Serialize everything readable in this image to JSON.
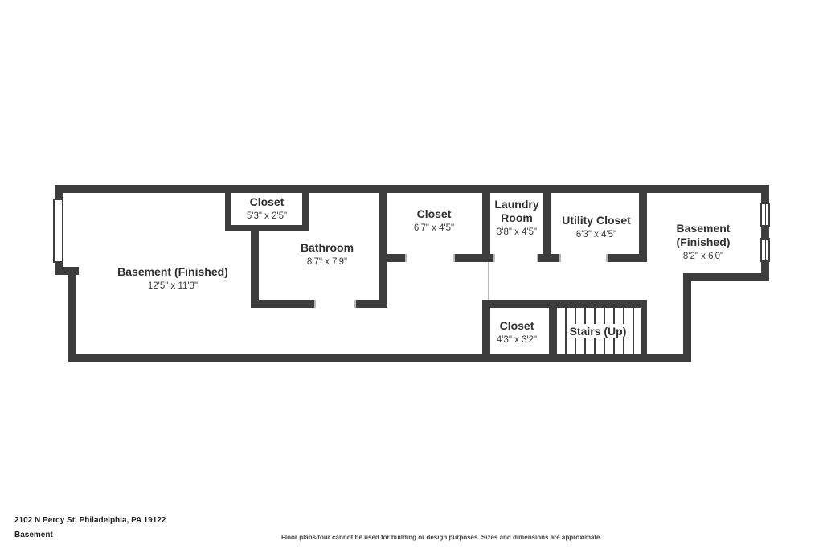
{
  "colors": {
    "wall": "#3d3d3d",
    "text": "#2f2f2f",
    "background": "#ffffff"
  },
  "rooms": [
    {
      "name": "Basement (Finished)",
      "dims": "12'5\" x 11'3\""
    },
    {
      "name": "Closet",
      "dims": "5'3\" x 2'5\""
    },
    {
      "name": "Bathroom",
      "dims": "8'7\" x 7'9\""
    },
    {
      "name": "Closet",
      "dims": "6'7\" x 4'5\""
    },
    {
      "name": "Laundry Room",
      "dims": "3'8\" x 4'5\""
    },
    {
      "name": "Utility Closet",
      "dims": "6'3\" x 4'5\""
    },
    {
      "name": "Basement (Finished)",
      "dims": "8'2\" x 6'0\""
    },
    {
      "name": "Closet",
      "dims": "4'3\" x 3'2\""
    },
    {
      "name": "Stairs (Up)"
    }
  ],
  "footer": {
    "address": "2102 N Percy St, Philadelphia, PA 19122",
    "floor": "Basement",
    "disclaimer": "Floor plans/tour cannot be used for building or design purposes. Sizes and dimensions are approximate."
  }
}
